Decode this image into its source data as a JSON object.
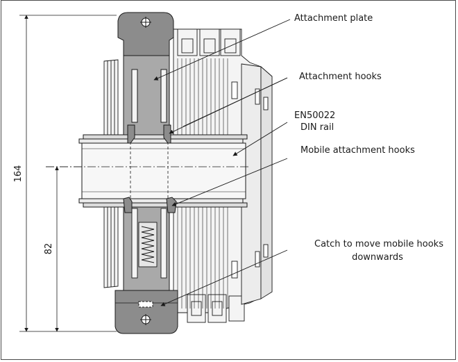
{
  "dimensions": {
    "overall_height": "164",
    "half_height": "82"
  },
  "labels": {
    "attachment_plate": "Attachment plate",
    "attachment_hooks": "Attachment hooks",
    "rail_line1": "EN50022",
    "rail_line2": "DIN rail",
    "mobile_hooks": "Mobile attachment hooks",
    "catch_line1": "Catch to move mobile hooks",
    "catch_line2": "downwards"
  },
  "colors": {
    "plate": "#a9a9a9",
    "plate_dark": "#8c8c8c",
    "line": "#1a1a1a",
    "body": "#f4f4f4"
  }
}
